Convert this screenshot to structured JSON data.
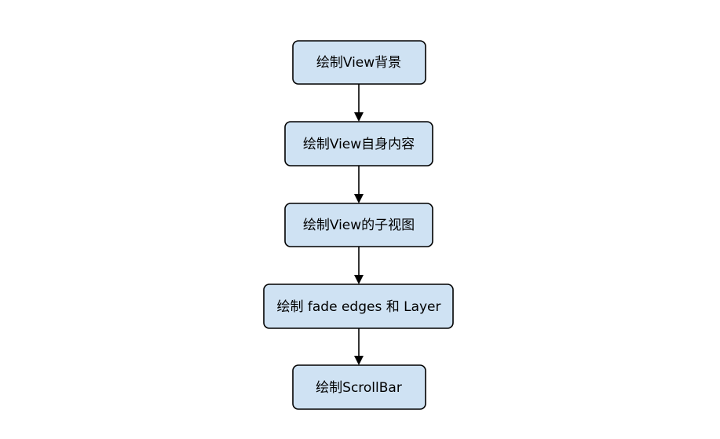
{
  "flowchart": {
    "steps": [
      {
        "id": "draw-background",
        "label": "绘制View背景"
      },
      {
        "id": "draw-content",
        "label": "绘制View自身内容"
      },
      {
        "id": "draw-children",
        "label": "绘制View的子视图"
      },
      {
        "id": "draw-fade-edges-layer",
        "label": "绘制 fade edges 和 Layer"
      },
      {
        "id": "draw-scrollbar",
        "label": "绘制ScrollBar"
      }
    ],
    "edges": [
      {
        "from": "draw-background",
        "to": "draw-content"
      },
      {
        "from": "draw-content",
        "to": "draw-children"
      },
      {
        "from": "draw-children",
        "to": "draw-fade-edges-layer"
      },
      {
        "from": "draw-fade-edges-layer",
        "to": "draw-scrollbar"
      }
    ],
    "colors": {
      "node_fill": "#cfe2f3",
      "node_stroke": "#000000",
      "edge": "#000000",
      "text": "#000000"
    }
  }
}
